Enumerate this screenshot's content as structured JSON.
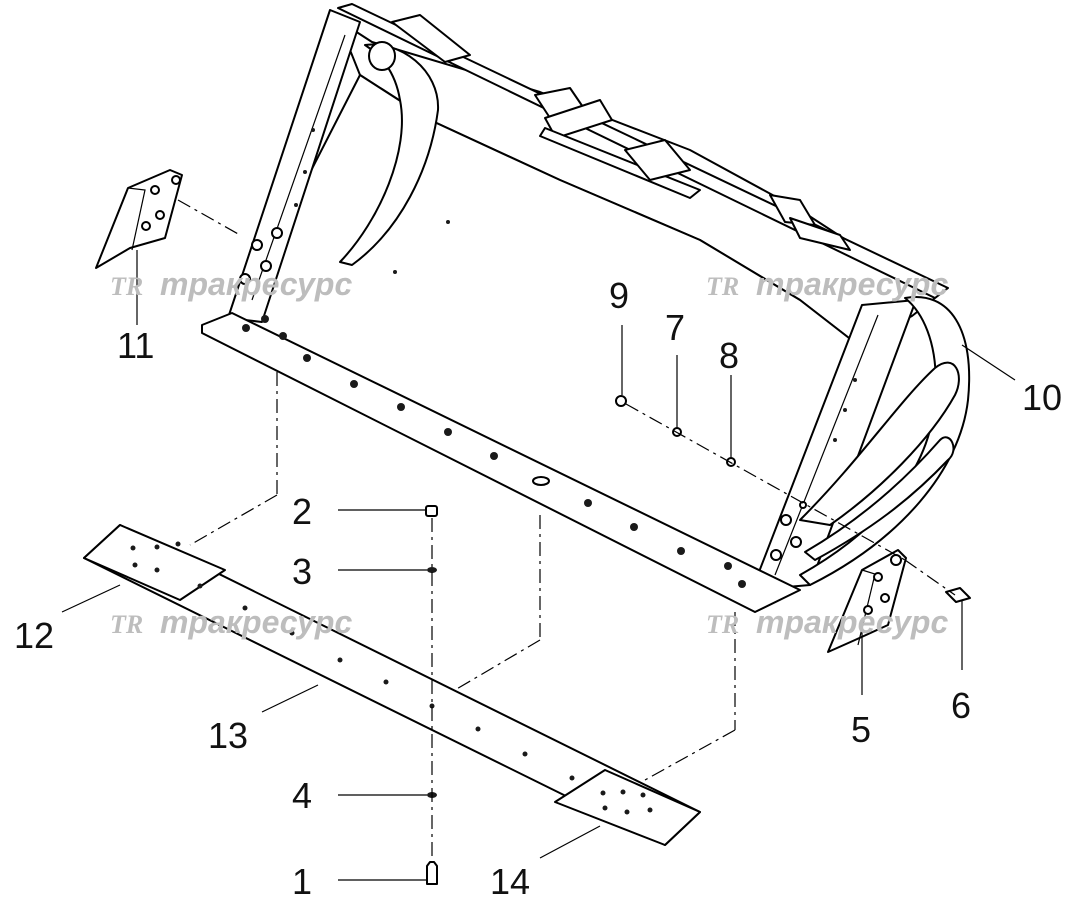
{
  "watermark": {
    "logo_text": "TR",
    "brand_text": "тракресурс"
  },
  "callouts": [
    "1",
    "2",
    "3",
    "4",
    "5",
    "6",
    "7",
    "8",
    "9",
    "10",
    "11",
    "12",
    "13",
    "14"
  ],
  "colors": {
    "line": "#000000",
    "background": "#ffffff",
    "watermark": "#bdbdbd"
  }
}
